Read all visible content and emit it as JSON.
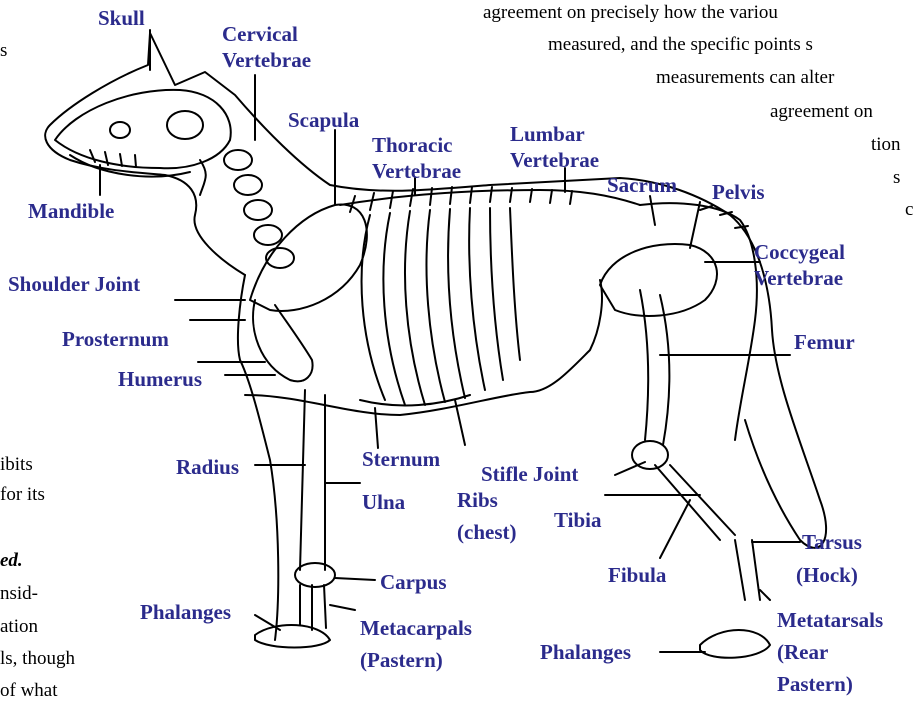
{
  "labels": {
    "skull": "Skull",
    "cervical": "Cervical Vertebrae",
    "cervical_l1": "Cervical",
    "cervical_l2": "Vertebrae",
    "scapula": "Scapula",
    "thoracic_l1": "Thoracic",
    "thoracic_l2": "Vertebrae",
    "lumbar_l1": "Lumbar",
    "lumbar_l2": "Vertebrae",
    "sacrum": "Sacrum",
    "pelvis": "Pelvis",
    "coccygeal_l1": "Coccygeal",
    "coccygeal_l2": "Vertebrae",
    "mandible": "Mandible",
    "shoulder_joint": "Shoulder Joint",
    "prosternum": "Prosternum",
    "humerus": "Humerus",
    "femur": "Femur",
    "radius": "Radius",
    "sternum": "Sternum",
    "stifle_joint": "Stifle Joint",
    "ulna": "Ulna",
    "ribs_l1": "Ribs",
    "ribs_l2": "(chest)",
    "tibia": "Tibia",
    "tarsus_l1": "Tarsus",
    "tarsus_l2": "(Hock)",
    "carpus": "Carpus",
    "fibula": "Fibula",
    "phalanges_front": "Phalanges",
    "metacarpals_l1": "Metacarpals",
    "metacarpals_l2": "(Pastern)",
    "phalanges_rear": "Phalanges",
    "metatarsals_l1": "Metatarsals",
    "metatarsals_l2": "(Rear",
    "metatarsals_l3": "Pastern)"
  },
  "text_fragments": {
    "tr_1": "agreement on precisely how the variou",
    "tr_2": "measured, and the specific points s",
    "tr_3": "measurements can alter",
    "tr_4": "agreement on",
    "tr_5": "tion",
    "tr_6": "s",
    "tr_7": "c",
    "tl_1": "s",
    "bl_1": "ibits",
    "bl_2": "for its",
    "bl_3": "ed.",
    "bl_4": "nsid-",
    "bl_5": "ation",
    "bl_6": "ls, though",
    "bl_7": "of what"
  },
  "colors": {
    "label": "#2b2b8c",
    "line": "#000000",
    "background": "#ffffff"
  }
}
